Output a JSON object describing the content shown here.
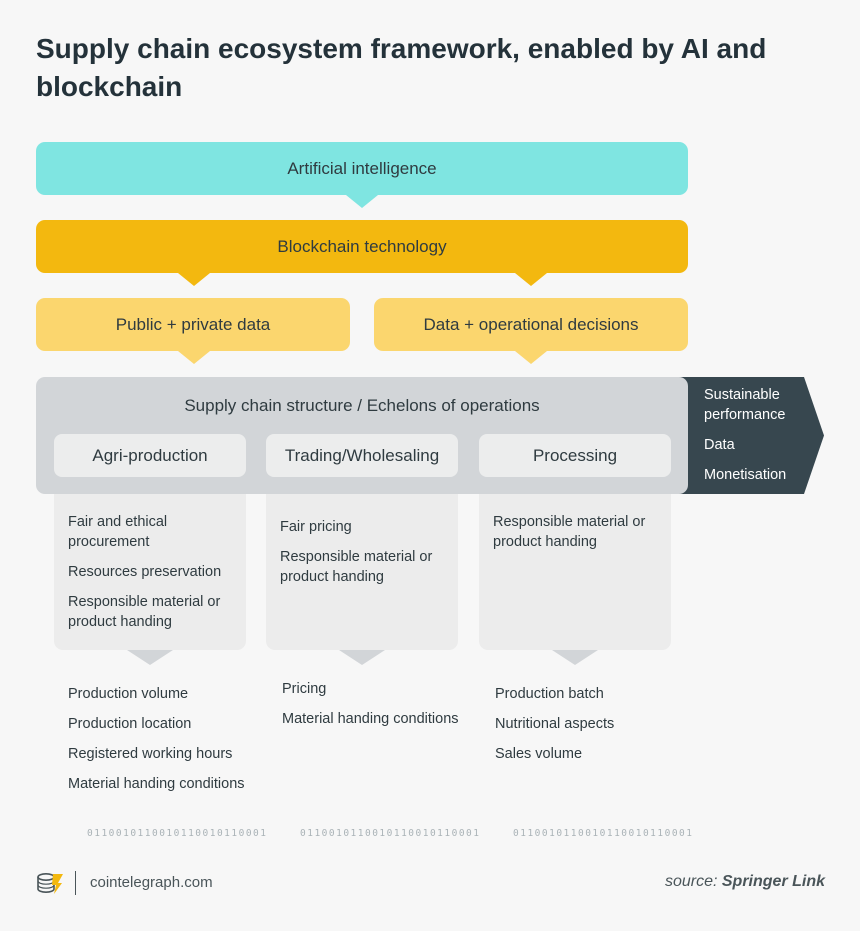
{
  "title": "Supply chain ecosystem framework, enabled by AI and blockchain",
  "layers": {
    "ai": "Artificial intelligence",
    "blockchain": "Blockchain technology",
    "public_private": "Public + private data",
    "decisions": "Data + operational decisions"
  },
  "structure": {
    "title": "Supply chain structure / Echelons of operations",
    "outputs": [
      "Sustainable performance",
      "Data",
      "Monetisation"
    ]
  },
  "echelons": [
    {
      "name": "Agri-production",
      "practices": [
        "Fair and ethical procurement",
        "Resources preservation",
        "Responsible material or product handing"
      ],
      "data": [
        "Production volume",
        "Production location",
        "Registered working hours",
        "Material handing conditions"
      ]
    },
    {
      "name": "Trading/Wholesaling",
      "practices": [
        "Fair pricing",
        "Responsible material or product handing"
      ],
      "data": [
        "Pricing",
        "Material handing conditions"
      ]
    },
    {
      "name": "Processing",
      "practices": [
        "Responsible material or product handing"
      ],
      "data": [
        "Production batch",
        "Nutritional aspects",
        "Sales volume"
      ]
    }
  ],
  "binary": "0110010110010110010110001",
  "footer": {
    "domain": "cointelegraph.com",
    "source_prefix": "source:",
    "source_name": "Springer Link"
  },
  "colors": {
    "ai": "#7fe5e1",
    "blockchain": "#f3b80f",
    "data": "#fbd66e",
    "structure": "#d2d5d8",
    "outputs": "#37474f"
  },
  "icons": {
    "logo": "cointelegraph-logo-icon",
    "outputs_arrow": "chevron-arrow-shape"
  }
}
